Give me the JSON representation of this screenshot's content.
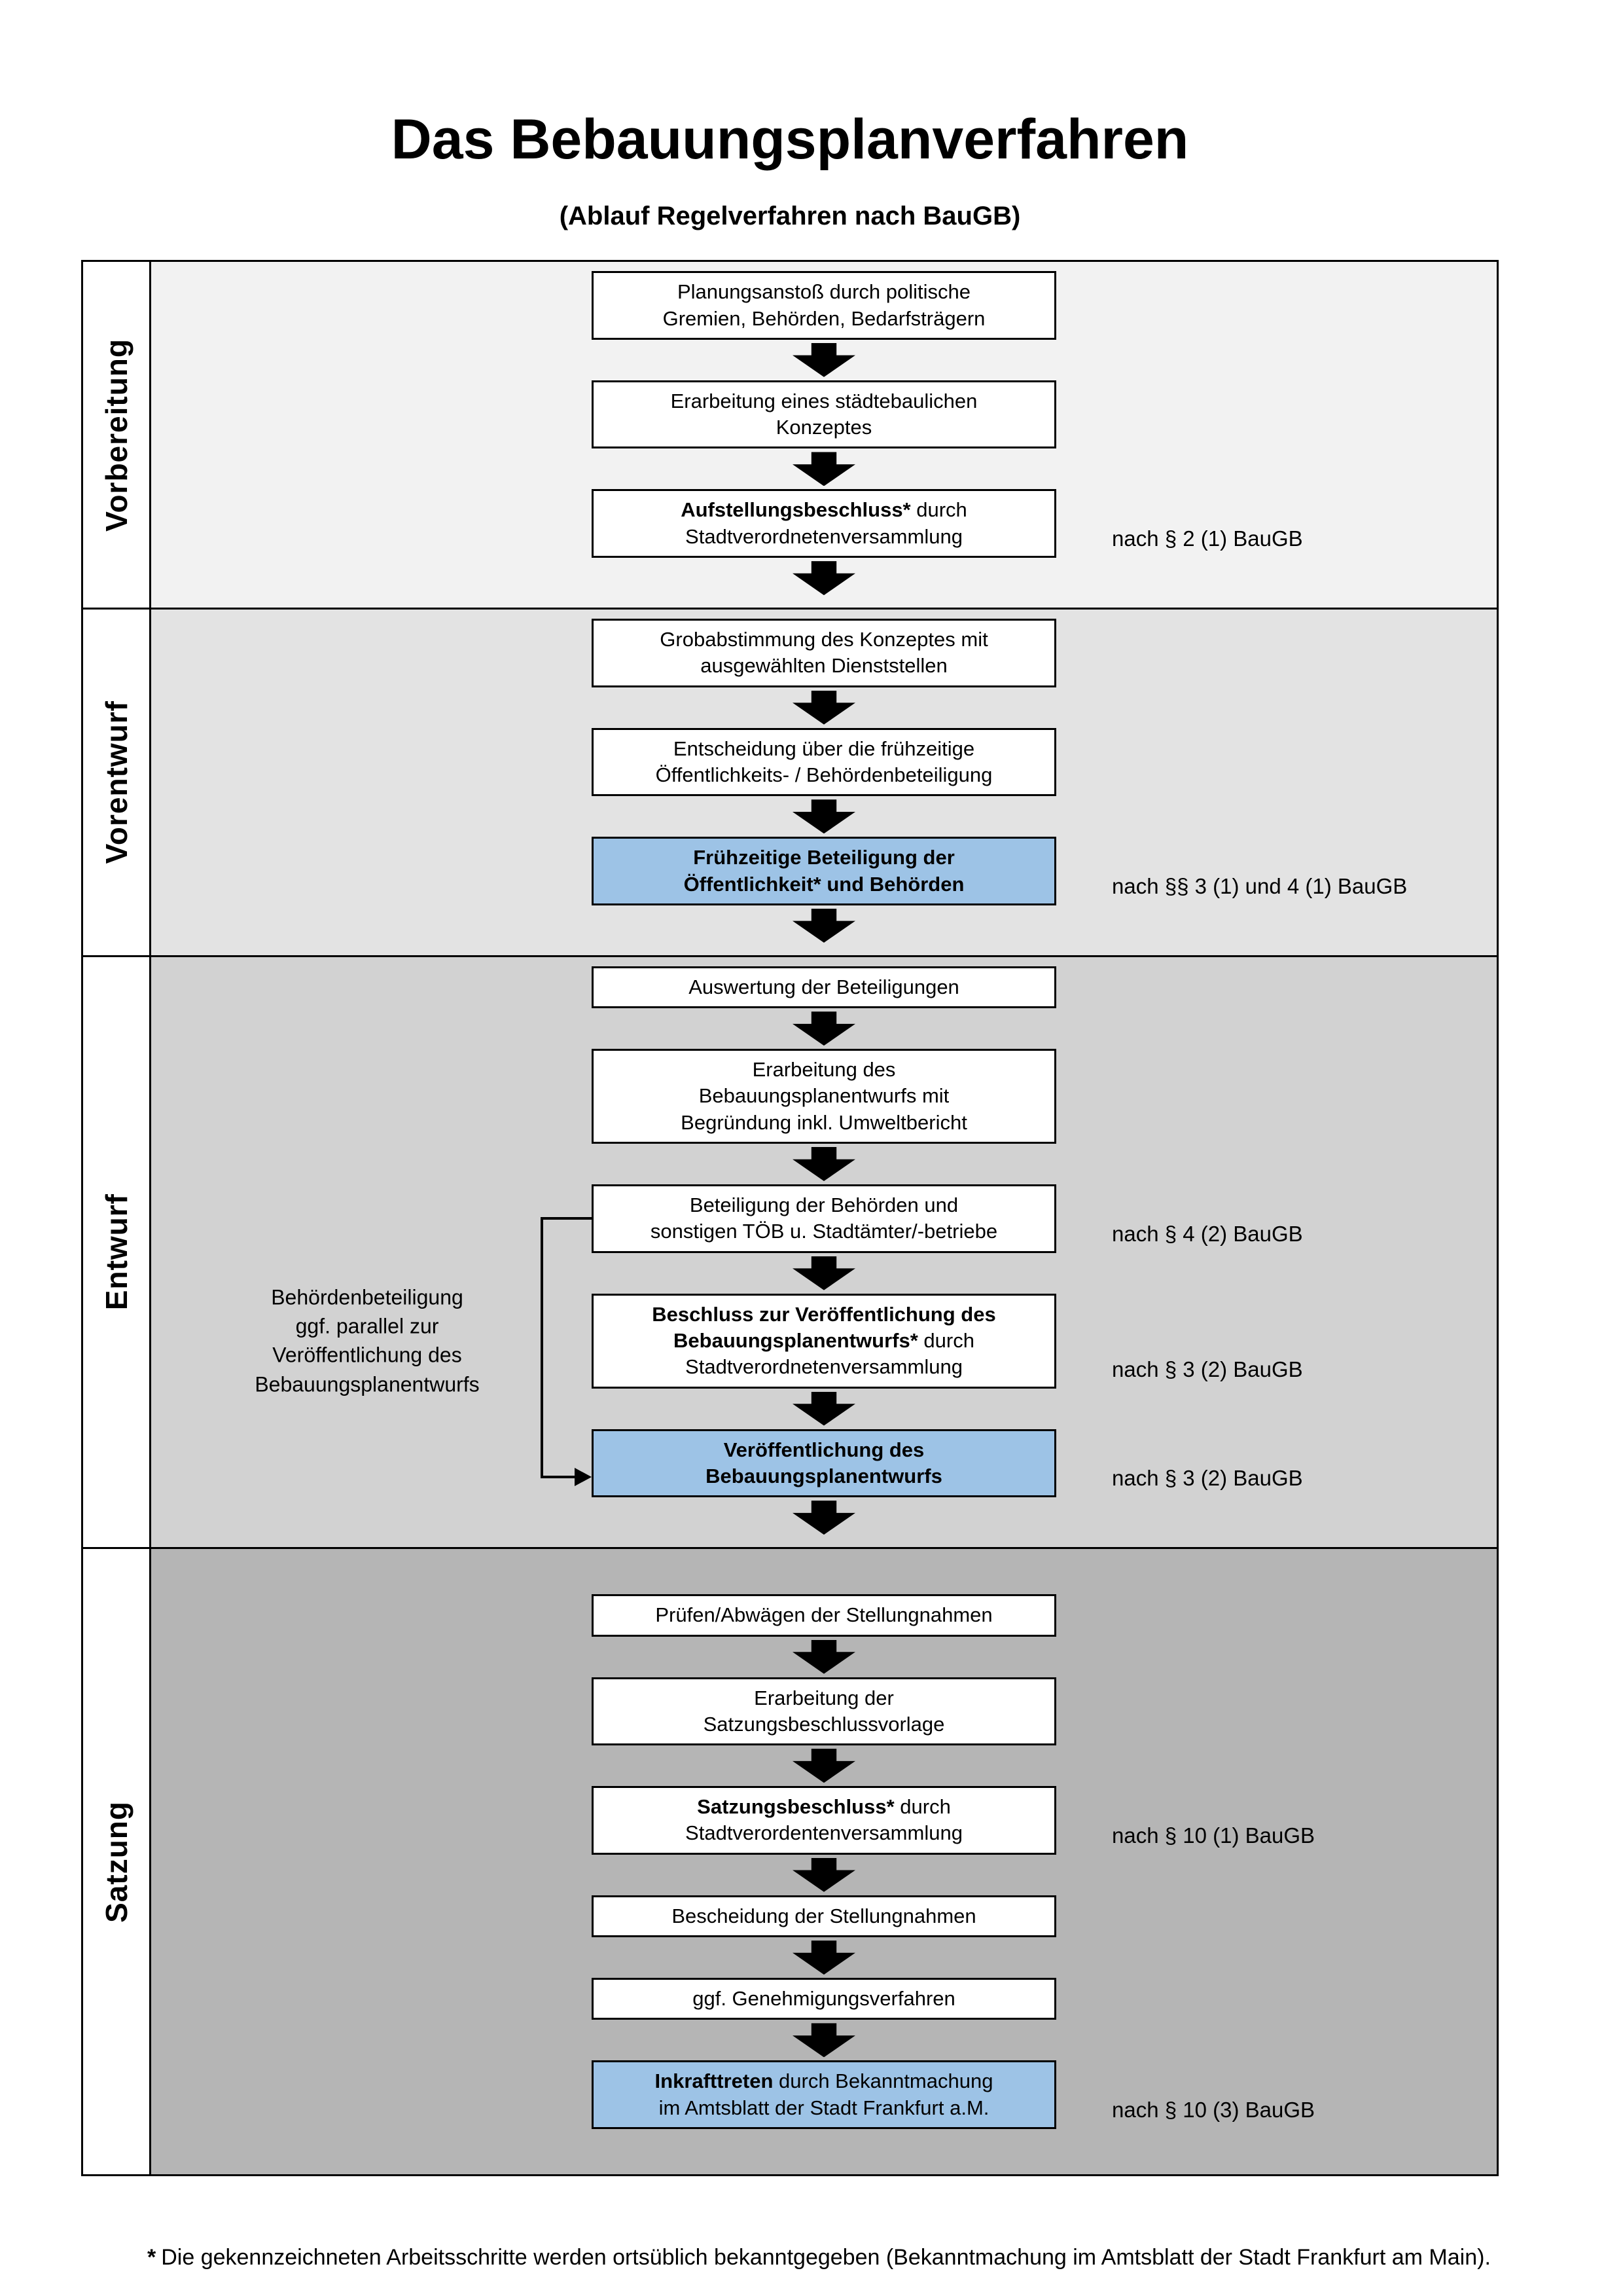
{
  "title": "Das Bebauungsplanverfahren",
  "subtitle": "(Ablauf Regelverfahren nach BauGB)",
  "colors": {
    "highlight": "#9DC3E6"
  },
  "footnote": {
    "star": "*",
    "text": "Die gekennzeichneten Arbeitsschritte werden ortsüblich bekanntgegeben (Bekanntmachung im Amtsblatt  der Stadt Frankfurt am Main)."
  },
  "phases": [
    {
      "label": "Vorbereitung",
      "bg": "#F2F2F2",
      "steps": [
        {
          "lines": [
            [
              {
                "t": "Planungsanstoß durch politische"
              }
            ],
            [
              {
                "t": "Gremien, Behörden, Bedarfsträgern"
              }
            ]
          ]
        },
        {
          "lines": [
            [
              {
                "t": "Erarbeitung eines städtebaulichen"
              }
            ],
            [
              {
                "t": "Konzeptes"
              }
            ]
          ]
        },
        {
          "lines": [
            [
              {
                "t": "Aufstellungsbeschluss*",
                "b": true
              },
              {
                "t": " durch"
              }
            ],
            [
              {
                "t": "Stadtverordnetenversammlung"
              }
            ]
          ],
          "note": "nach § 2 (1) BauGB"
        }
      ]
    },
    {
      "label": "Vorentwurf",
      "bg": "#E3E3E3",
      "steps": [
        {
          "lines": [
            [
              {
                "t": "Grobabstimmung des Konzeptes mit"
              }
            ],
            [
              {
                "t": "ausgewählten Dienststellen"
              }
            ]
          ]
        },
        {
          "lines": [
            [
              {
                "t": "Entscheidung über die frühzeitige"
              }
            ],
            [
              {
                "t": "Öffentlichkeits- / Behördenbeteiligung"
              }
            ]
          ]
        },
        {
          "highlight": true,
          "lines": [
            [
              {
                "t": "Frühzeitige Beteiligung der",
                "b": true
              }
            ],
            [
              {
                "t": "Öffentlichkeit* und Behörden",
                "b": true
              }
            ]
          ],
          "note": "nach §§ 3 (1) und 4 (1) BauGB"
        }
      ]
    },
    {
      "label": "Entwurf",
      "bg": "#D2D2D2",
      "steps": [
        {
          "lines": [
            [
              {
                "t": "Auswertung der Beteiligungen"
              }
            ]
          ]
        },
        {
          "lines": [
            [
              {
                "t": "Erarbeitung des"
              }
            ],
            [
              {
                "t": "Bebauungsplanentwurfs mit"
              }
            ],
            [
              {
                "t": "Begründung inkl. Umweltbericht"
              }
            ]
          ]
        },
        {
          "key": "beteiligung",
          "lines": [
            [
              {
                "t": "Beteiligung der Behörden und"
              }
            ],
            [
              {
                "t": "sonstigen TÖB u. Stadtämter/-betriebe"
              }
            ]
          ],
          "note": "nach § 4 (2) BauGB"
        },
        {
          "key": "beschluss",
          "side_note": "Behördenbeteiligung\nggf. parallel zur\nVeröffentlichung des\nBebauungsplanentwurfs",
          "lines": [
            [
              {
                "t": "Beschluss zur Veröffentlichung des",
                "b": true
              }
            ],
            [
              {
                "t": "Bebauungsplanentwurfs*",
                "b": true
              },
              {
                "t": " durch"
              }
            ],
            [
              {
                "t": "Stadtverordnetenversammlung"
              }
            ]
          ],
          "note": "nach § 3 (2) BauGB"
        },
        {
          "key": "veroeffentlichung",
          "highlight": true,
          "lines": [
            [
              {
                "t": "Veröffentlichung des",
                "b": true
              }
            ],
            [
              {
                "t": "Bebauungsplanentwurfs",
                "b": true
              }
            ]
          ],
          "note": "nach § 3 (2) BauGB"
        }
      ]
    },
    {
      "label": "Satzung",
      "bg": "#B5B5B5",
      "steps": [
        {
          "lines": [
            [
              {
                "t": "Prüfen/Abwägen der Stellungnahmen"
              }
            ]
          ]
        },
        {
          "lines": [
            [
              {
                "t": "Erarbeitung der"
              }
            ],
            [
              {
                "t": "Satzungsbeschlussvorlage"
              }
            ]
          ]
        },
        {
          "lines": [
            [
              {
                "t": "Satzungsbeschluss*",
                "b": true
              },
              {
                "t": " durch"
              }
            ],
            [
              {
                "t": "Stadtverordentenversammlung"
              }
            ]
          ],
          "note": "nach § 10 (1) BauGB"
        },
        {
          "lines": [
            [
              {
                "t": "Bescheidung der Stellungnahmen"
              }
            ]
          ]
        },
        {
          "lines": [
            [
              {
                "t": "ggf. Genehmigungsverfahren"
              }
            ]
          ]
        },
        {
          "highlight": true,
          "lines": [
            [
              {
                "t": "Inkrafttreten",
                "b": true
              },
              {
                "t": " durch Bekanntmachung"
              }
            ],
            [
              {
                "t": "im Amtsblatt der Stadt Frankfurt a.M."
              }
            ]
          ],
          "note": "nach § 10 (3) BauGB"
        }
      ]
    }
  ]
}
